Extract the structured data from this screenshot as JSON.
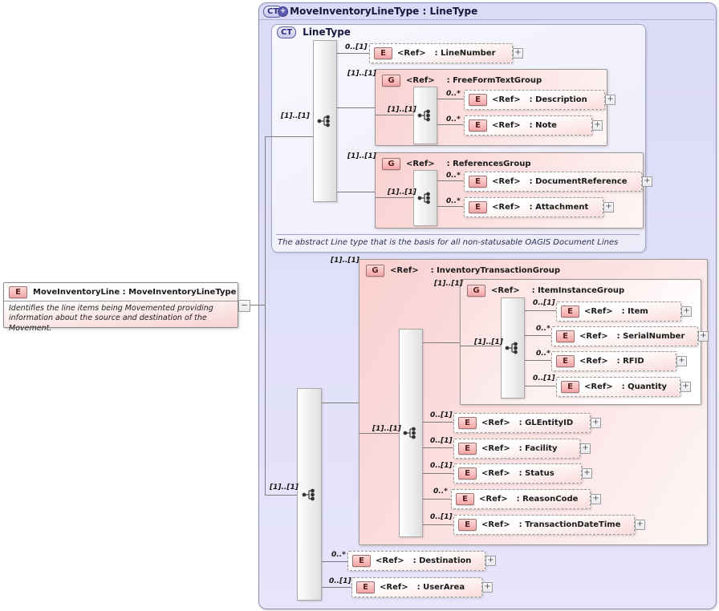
{
  "labels": {
    "ref": "<Ref>"
  },
  "icons": {
    "plus": "+",
    "minus": "−"
  },
  "badges": {
    "element": "E",
    "group": "G",
    "complex_type": "CT"
  },
  "source_element": {
    "title": "MoveInventoryLine : MoveInventoryLineType",
    "description": "Identifies the line items being Movemented providing information about the source and destination of the Movement."
  },
  "root_type": {
    "title": "MoveInventoryLineType : LineType",
    "seq_card": "[1]..[1]"
  },
  "base_type": {
    "title": "LineType",
    "seq_card": "[1]..[1]",
    "footnote": "The abstract Line type that is the basis for all non-statusable OAGIS Document Lines"
  },
  "nodes": {
    "line_number": {
      "name": ": LineNumber",
      "card": "0..[1]"
    },
    "free_form_text_group": {
      "name": ": FreeFormTextGroup",
      "card": "[1]..[1]",
      "seq_card": "[1]..[1]"
    },
    "description": {
      "name": ": Description",
      "card": "0..*"
    },
    "note": {
      "name": ": Note",
      "card": "0..*"
    },
    "references_group": {
      "name": ": ReferencesGroup",
      "card": "[1]..[1]",
      "seq_card": "[1]..[1]"
    },
    "document_reference": {
      "name": ": DocumentReference",
      "card": "0..*"
    },
    "attachment": {
      "name": ": Attachment",
      "card": "0..*"
    },
    "inventory_transaction_group": {
      "name": ": InventoryTransactionGroup",
      "card": "[1]..[1]",
      "seq_card": "[1]..[1]"
    },
    "item_instance_group": {
      "name": ": ItemInstanceGroup",
      "card": "[1]..[1]",
      "seq_card": "[1]..[1]"
    },
    "item": {
      "name": ": Item",
      "card": "0..[1]"
    },
    "serial_number": {
      "name": ": SerialNumber",
      "card": "0..*"
    },
    "rfid": {
      "name": ": RFID",
      "card": "0..*"
    },
    "quantity": {
      "name": ": Quantity",
      "card": "0..[1]"
    },
    "gl_entity_id": {
      "name": ": GLEntityID",
      "card": "0..[1]"
    },
    "facility": {
      "name": ": Facility",
      "card": "0..[1]"
    },
    "status": {
      "name": ": Status",
      "card": "0..[1]"
    },
    "reason_code": {
      "name": ": ReasonCode",
      "card": "0..*"
    },
    "transaction_date_time": {
      "name": ": TransactionDateTime",
      "card": "0..[1]"
    },
    "destination": {
      "name": ": Destination",
      "card": "0..*"
    },
    "user_area": {
      "name": ": UserArea",
      "card": "0..[1]"
    }
  },
  "colors": {
    "container_lavender": "#dedcf7",
    "group_pink": "#fad2d2",
    "badge_red": "#f3a5a5",
    "connector": "#7c7c7c"
  }
}
